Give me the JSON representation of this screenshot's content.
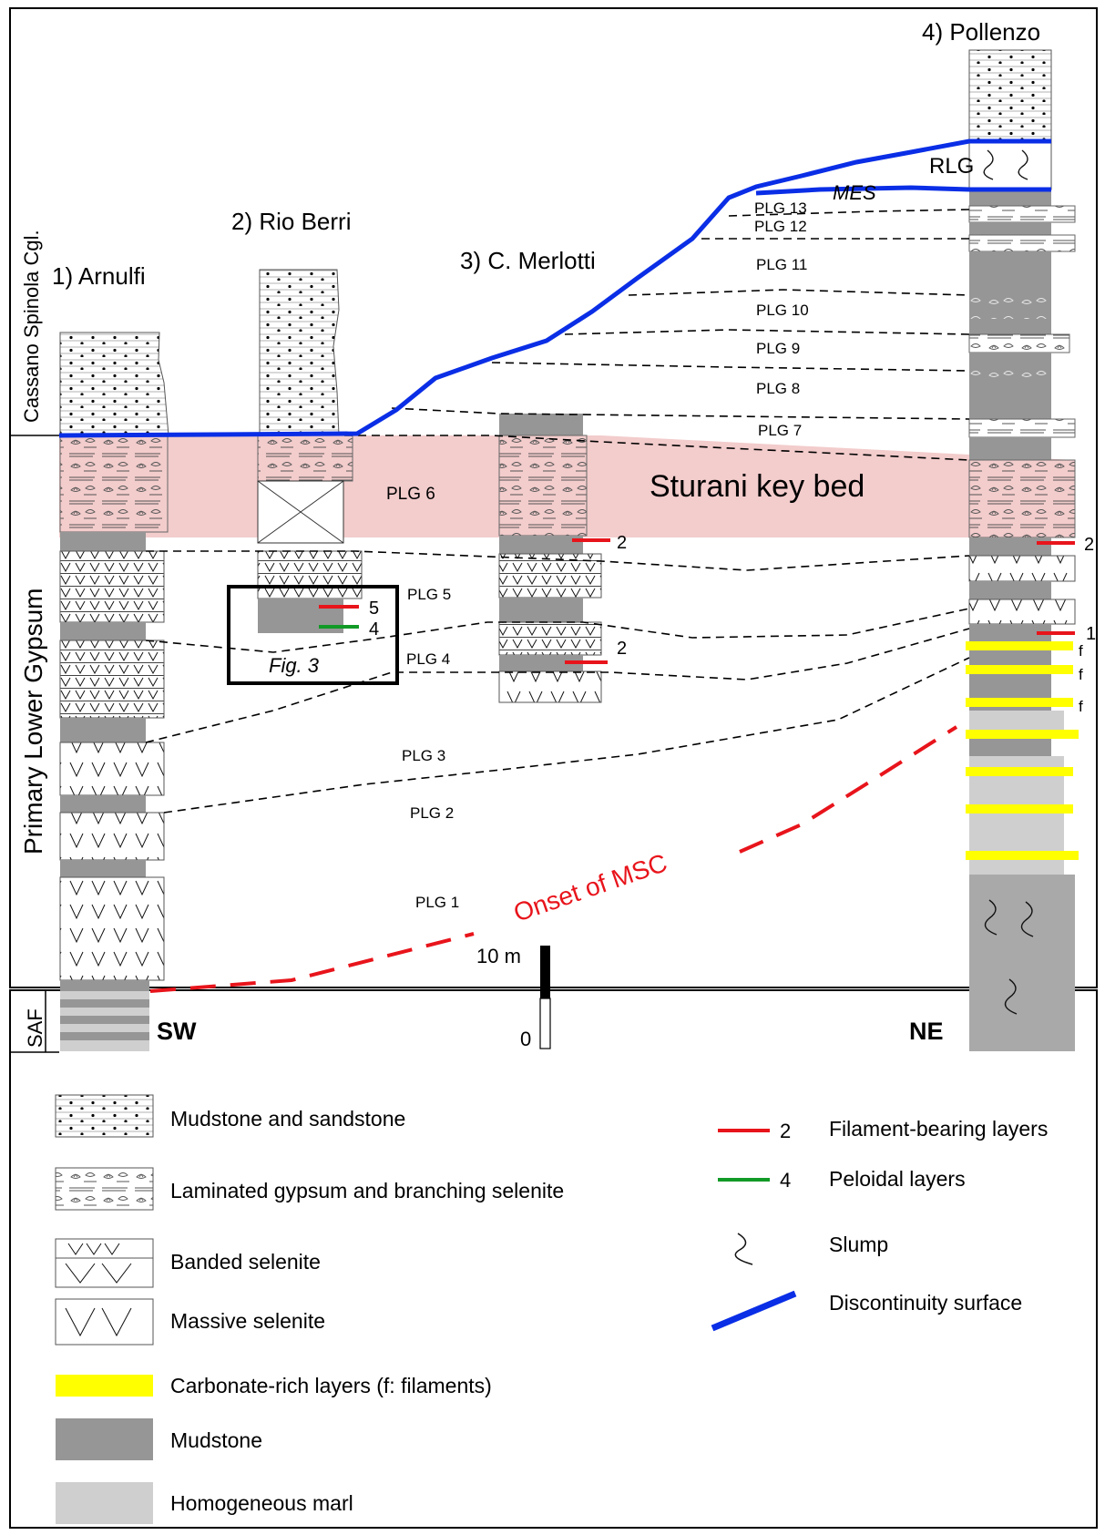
{
  "sections": {
    "arnulfi": "1) Arnulfi",
    "rio_berri": "2) Rio Berri",
    "merlotti": "3) C. Merlotti",
    "pollenzo": "4) Pollenzo"
  },
  "units": {
    "cassano": "Cassano Spinola Cgl.",
    "plg_primary": "Primary Lower Gypsum",
    "saf": "SAF"
  },
  "cycles": {
    "plg1": "PLG 1",
    "plg2": "PLG 2",
    "plg3": "PLG 3",
    "plg4": "PLG 4",
    "plg5": "PLG 5",
    "plg6": "PLG 6",
    "plg7": "PLG 7",
    "plg8": "PLG 8",
    "plg9": "PLG 9",
    "plg10": "PLG 10",
    "plg11": "PLG 11",
    "plg12": "PLG 12",
    "plg13": "PLG 13"
  },
  "labels": {
    "sturani": "Sturani key bed",
    "rlg": "RLG",
    "mes": "MES",
    "onset": "Onset of MSC",
    "fig3": "Fig. 3",
    "sw": "SW",
    "ne": "NE",
    "scale_top": "10 m",
    "scale_bottom": "0",
    "f": "f"
  },
  "markers": {
    "m1": "1",
    "m2": "2",
    "m4": "4",
    "m5": "5"
  },
  "legend": {
    "mudstone_sandstone": "Mudstone and sandstone",
    "laminated": "Laminated gypsum and branching selenite",
    "banded": "Banded selenite",
    "massive": "Massive selenite",
    "carbonate": "Carbonate-rich layers (f: filaments)",
    "mudstone": "Mudstone",
    "marl": "Homogeneous marl",
    "filament": "Filament-bearing layers",
    "filament_num": "2",
    "peloidal": "Peloidal layers",
    "peloidal_num": "4",
    "slump": "Slump",
    "discontinuity": "Discontinuity surface"
  },
  "colors": {
    "discontinuity": "#0a2ee6",
    "onset": "#e8141b",
    "filament": "#e8141b",
    "peloidal": "#129a27",
    "carbonate": "#ffff00",
    "sturani": "#f3cccc",
    "mudstone": "#969696",
    "marl": "#cfcfcf"
  }
}
